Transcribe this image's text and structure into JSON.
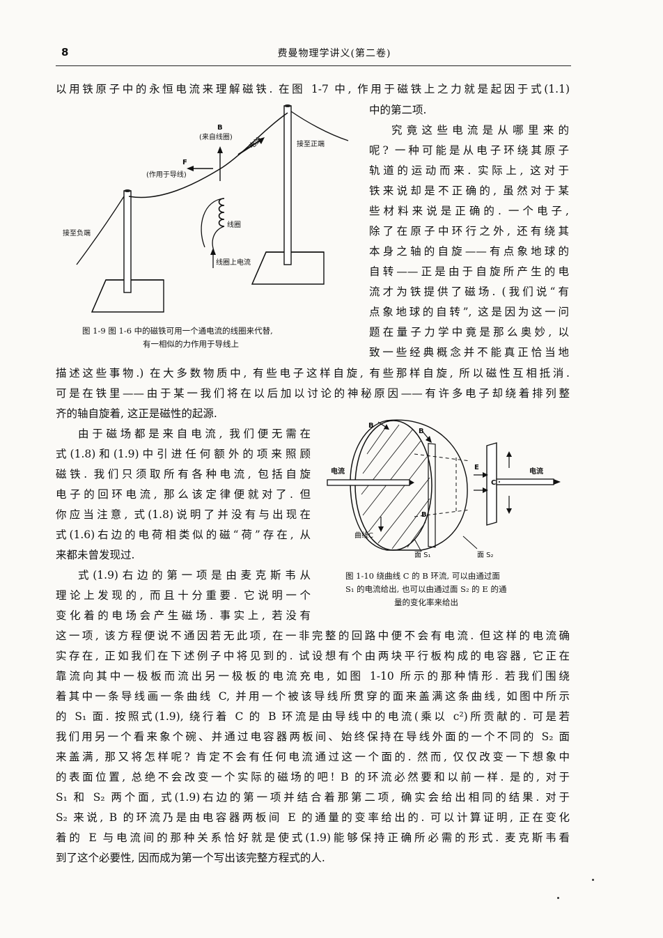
{
  "header": {
    "page_number": "8",
    "book_title": "费曼物理学讲义(第二卷)"
  },
  "body_lines": [
    "以用铁原子中的永恒电流来理解磁铁. 在图 1-7 中, 作用于磁铁上之力就是起因于式(1.1)",
    "中的第二项.",
    "究竟这些电流是从哪里来的",
    "呢? 一种可能是从电子环绕其原子",
    "轨道的运动而来. 实际上, 这对于",
    "铁来说却是不正确的, 虽然对于某",
    "些材料来说是正确的. 一个电子,",
    "除了在原子中环行之外, 还有绕其",
    "本身之轴的自旋——有点象地球的",
    "自转——正是由于自旋所产生的电",
    "流才为铁提供了磁场. (我们说“有",
    "点象地球的自转”, 这是因为这一问",
    "题在量子力学中竟是那么奥妙, 以",
    "致一些经典概念并不能真正恰当地",
    "描述这些事物.) 在大多数物质中, 有些电子这样自旋, 有些那样自旋, 所以磁性互相抵消.",
    "可是在铁里——由于某一我们将在以后加以讨论的神秘原因——有许多电子却绕着排列整",
    "齐的轴自旋着, 这正是磁性的起源.",
    "由于磁场都是来自电流, 我们便无需在",
    "式(1.8)和(1.9)中引进任何额外的项来照顾",
    "磁铁. 我们只须取所有各种电流, 包括自旋",
    "电子的回环电流, 那么该定律便就对了. 但",
    "你应当注意, 式(1.8)说明了并没有与出现在",
    "式(1.6)右边的电荷相类似的磁“荷”存在, 从",
    "来都未曾发现过.",
    "式(1.9)右边的第一项是由麦克斯韦从",
    "理论上发现的, 而且十分重要. 它说明一个",
    "变化着的电场会产生磁场. 事实上, 若没有",
    "这一项, 该方程便说不通因若无此项, 在一非完整的回路中便不会有电流. 但这样的电流确",
    "实存在, 正如我们在下述例子中将见到的. 试设想有个由两块平行板构成的电容器, 它正在",
    "靠流向其中一极板而流出另一极板的电流充电, 如图 1-10 所示的那种情形. 若我们围绕",
    "着其中一条导线画一条曲线 C, 并用一个被该导线所贯穿的面来盖满这条曲线, 如图中所示",
    "的 S₁ 面. 按照式(1.9), 绕行着 C 的 B 环流是由导线中的电流(乘以 c²)所贡献的. 可是若",
    "我们用另一个看来象个碗、并通过电容器两板间、始终保持在导线外面的一个不同的 S₂ 面",
    "来盖满, 那又将怎样呢? 肯定不会有任何电流通过这一个面的. 然而, 仅仅改变一下想象中",
    "的表面位置, 总绝不会改变一个实际的磁场的吧! B 的环流必然要和以前一样. 是的, 对于",
    "S₁ 和 S₂ 两个面, 式(1.9)右边的第一项并结合着那第二项, 确实会给出相同的结果. 对于",
    "S₂ 来说, B 的环流乃是由电容器两板间 E 的通量的变率给出的. 可以计算证明, 正在变化",
    "着的 E 与电流间的那种关系恰好就是使式(1.9)能够保持正确所必需的形式. 麦克斯韦看",
    "到了这个必要性, 因而成为第一个写出该完整方程式的人."
  ],
  "figure_1_9": {
    "labels": {
      "b": "B",
      "b_source": "(来自线圈)",
      "current": "电流",
      "to_positive": "接至正端",
      "f": "F",
      "f_on_wire": "(作用于导线)",
      "to_negative": "接至负端",
      "coil": "线圈",
      "coil_current": "线圈上电流"
    },
    "caption_line1": "图 1-9  图 1-6 中的磁铁可用一个通电流的线圈来代替,",
    "caption_line2": "有一相似的力作用于导线上"
  },
  "figure_1_10": {
    "labels": {
      "b_top_left": "B",
      "b_top_right": "B",
      "b_lower": "B",
      "current_left": "电流",
      "current_right": "电流",
      "e": "E",
      "curve_c": "曲线C",
      "c_mark": "C",
      "s1": "面 S₁",
      "s2": "面 S₂"
    },
    "caption_line1": "图 1-10  绕曲线 C 的 B 环流, 可以由通过面",
    "caption_line2": "S₁ 的电流给出, 也可以由通过面 S₂ 的 E 的通",
    "caption_line3": "量的变化率来给出"
  }
}
